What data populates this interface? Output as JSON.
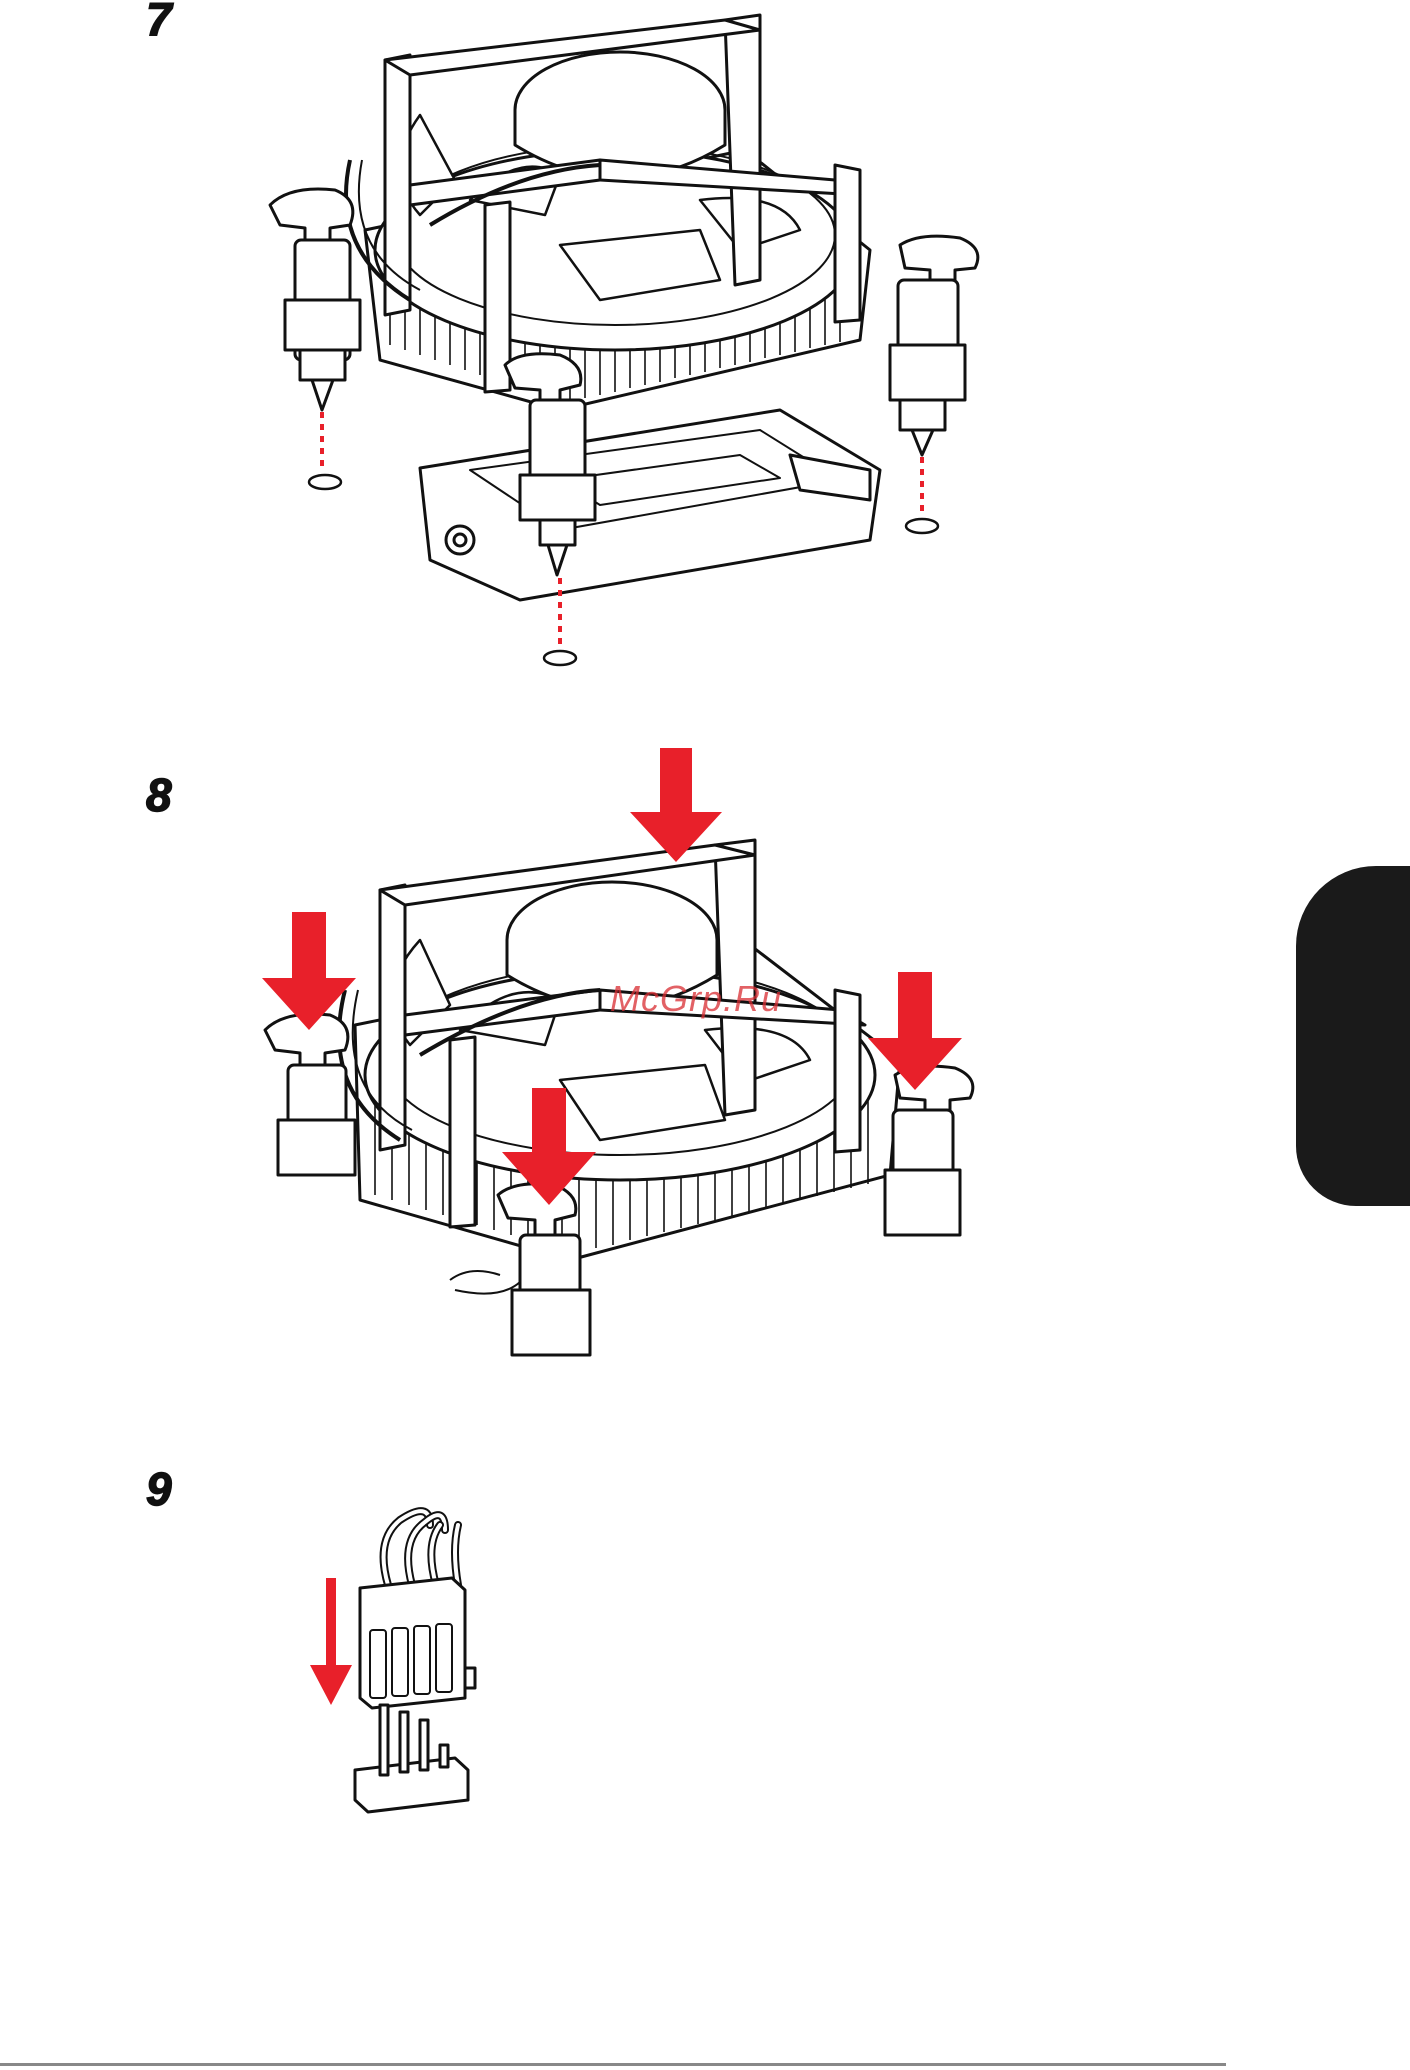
{
  "steps": [
    {
      "number": "7"
    },
    {
      "number": "8"
    },
    {
      "number": "9"
    }
  ],
  "watermark": "McGrp.Ru",
  "colors": {
    "arrow": "#e8202a",
    "guide": "#e8202a",
    "ink": "#111111",
    "side_tab": "#1a1a1a"
  },
  "icons": [
    "cooler-illustration",
    "push-pin-arrow-icon",
    "fan-connector-illustration"
  ]
}
